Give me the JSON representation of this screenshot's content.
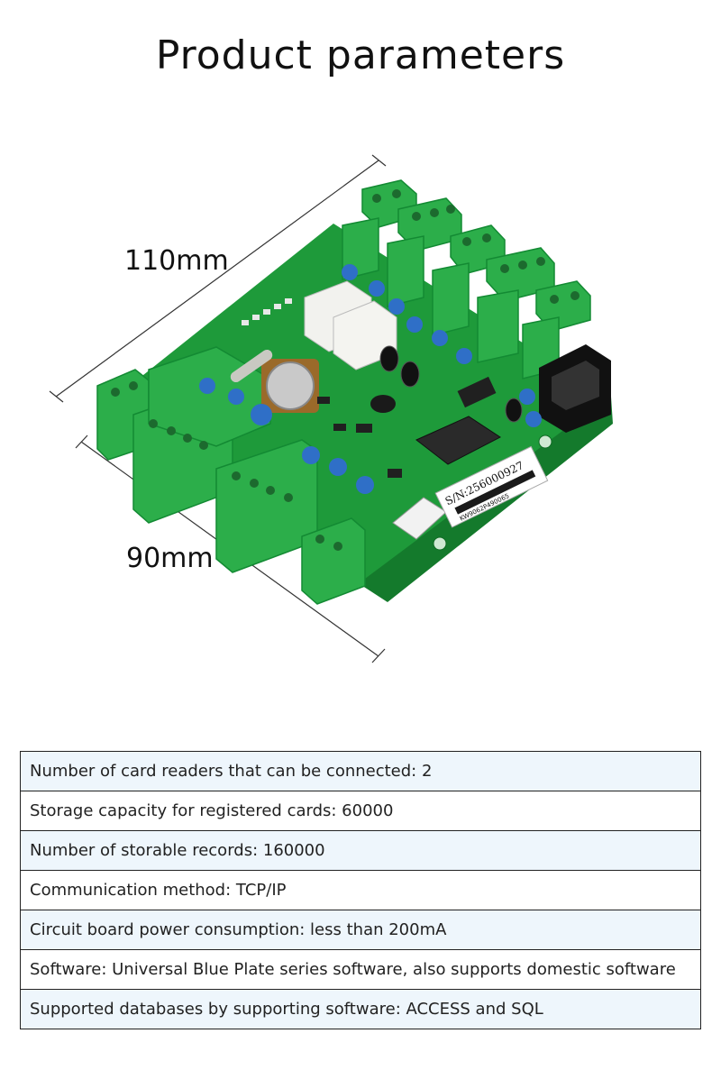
{
  "title": "Product parameters",
  "dimensions": {
    "width_label": "110mm",
    "height_label": "90mm"
  },
  "serial_label": {
    "sn": "S/N:256000927",
    "code": "KW9062P490065"
  },
  "colors": {
    "board": "#1e9a3a",
    "terminal": "#2cae4a",
    "capacitor": "#2f6fc7",
    "background": "#ffffff",
    "row_shade": "#eef6fc"
  },
  "parameters": [
    "Number of card readers that can be connected: 2",
    "Storage capacity for registered cards: 60000",
    "Number of storable records: 160000",
    "Communication method: TCP/IP",
    "Circuit board power consumption: less than 200mA",
    "Software: Universal Blue Plate series software, also supports domestic software",
    "Supported databases by supporting software: ACCESS and SQL"
  ]
}
